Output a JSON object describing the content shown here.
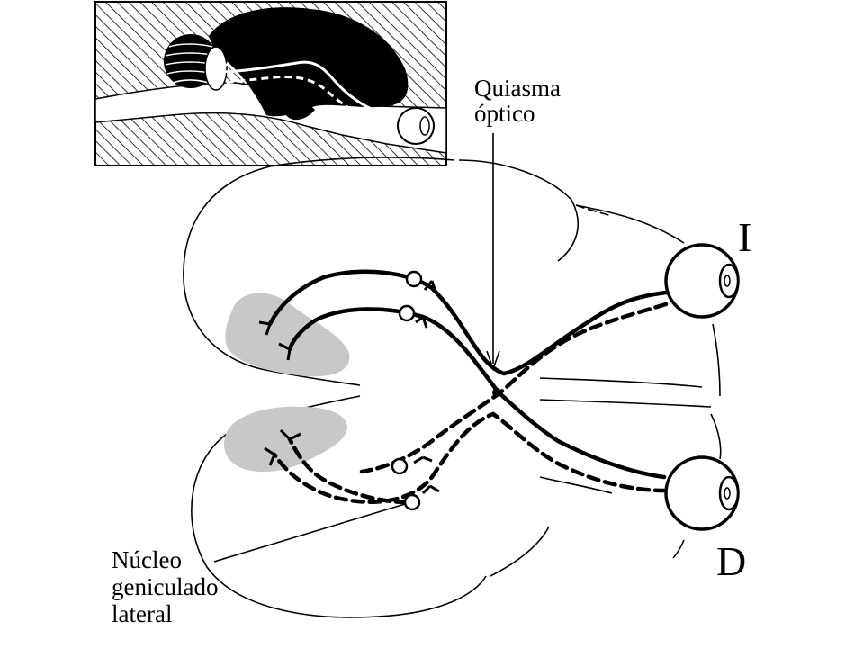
{
  "labels": {
    "chiasm_line1": "Quiasma",
    "chiasm_line2": "óptico",
    "lgn_line1": "Núcleo",
    "lgn_line2": "geniculado",
    "lgn_line3": "lateral",
    "left_side": "I",
    "right_side": "D"
  },
  "colors": {
    "ink": "#000000",
    "nucleus_fill": "#c8c8c8",
    "inset_background": "#ffffff"
  }
}
